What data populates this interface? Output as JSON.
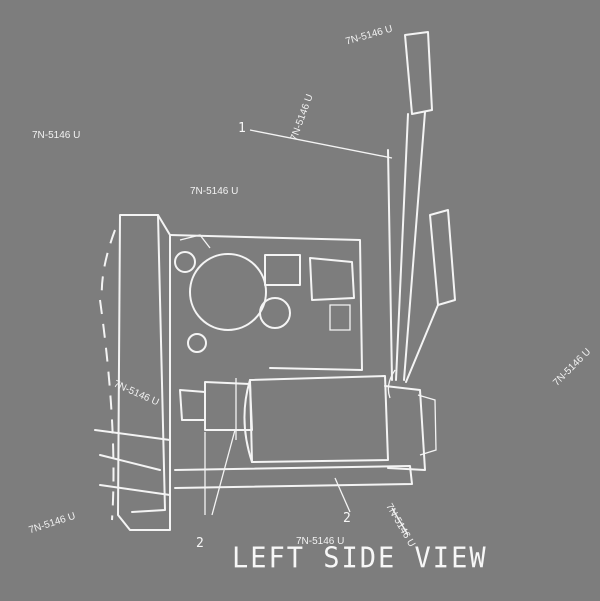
{
  "view_title": "LEFT SIDE VIEW",
  "callouts": {
    "c1": "1",
    "c2": "2",
    "c3": "2"
  },
  "part_labels": {
    "top_right": "7N-5146 U",
    "left_upper": "7N-5146 U",
    "left_mid": "7N-5146 U",
    "left_bottom": "7N-5146 U",
    "center_top": "7N-5146 U",
    "bottom_center": "7N-5146 U",
    "right": "7N-5146 U",
    "harness_vertical": "7N-5146 U",
    "bottom_right": "7N-5146 U"
  },
  "colors": {
    "background": "#7d7d7d",
    "ink": "#f4f4f4"
  }
}
